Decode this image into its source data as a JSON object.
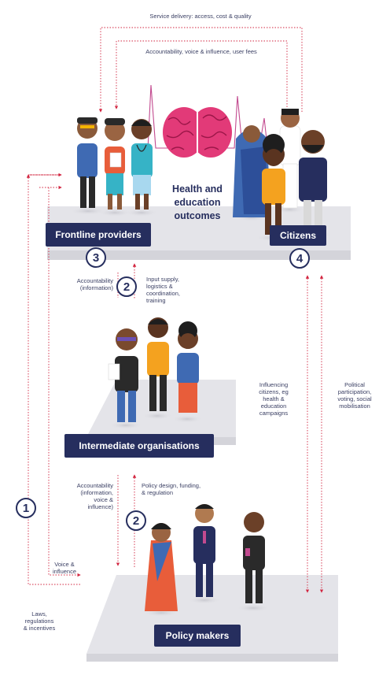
{
  "arrows": {
    "top_outer": "Service delivery: access, cost & quality",
    "top_inner": "Accountability, voice & influence, user fees",
    "accountability_info": [
      "Accountability",
      "(information)"
    ],
    "input_supply": [
      "Input supply,",
      "logistics &",
      "coordination,",
      "training"
    ],
    "influencing_citizens": [
      "Influencing",
      "citizens, eg",
      "health &",
      "education",
      "campaigns"
    ],
    "political_participation": [
      "Political",
      "participation,",
      "voting, social",
      "mobilisation"
    ],
    "accountability_ivi": [
      "Accountability",
      "(information,",
      "voice &",
      "influence)"
    ],
    "policy_design": [
      "Policy design, funding,",
      "& regulation"
    ],
    "voice_influence": [
      "Voice &",
      "influence"
    ],
    "laws": [
      "Laws,",
      "regulations",
      "& incentives"
    ]
  },
  "outcomes": [
    "Health and",
    "education",
    "outcomes"
  ],
  "boxes": {
    "frontline": "Frontline providers",
    "citizens": "Citizens",
    "intermediate": "Intermediate organisations",
    "policy": "Policy makers"
  },
  "badges": {
    "one": "1",
    "two_a": "2",
    "two_b": "2",
    "three": "3",
    "four": "4"
  },
  "colors": {
    "navy": "#262e5e",
    "arrow_red": "#d2243f",
    "platform": "#e6e6ea",
    "brain_pink": "#e23a78"
  }
}
